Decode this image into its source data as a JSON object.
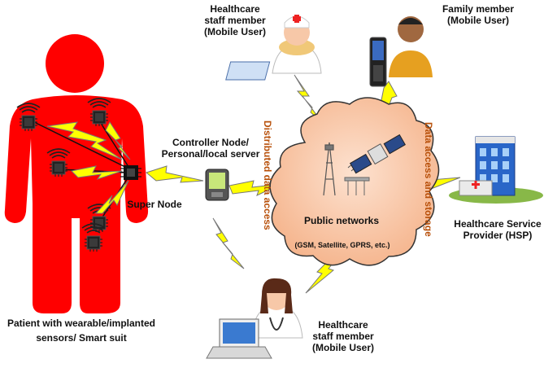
{
  "labels": {
    "healthcare_top_1": "Healthcare",
    "healthcare_top_2": "staff member",
    "healthcare_top_3": "(Mobile User)",
    "family_1": "Family member",
    "family_2": "(Mobile User)",
    "controller_1": "Controller Node/",
    "controller_2": "Personal/local server",
    "super_node": "Super Node",
    "distributed": "Distributed data access",
    "data_access": "Data access and storage",
    "public_networks": "Public networks",
    "networks_sub": "(GSM, Satellite, GPRS, etc.)",
    "hsp_1": "Healthcare Service",
    "hsp_2": "Provider (HSP)",
    "patient_1": "Patient with wearable/implanted",
    "patient_2": "sensors/ Smart suit",
    "healthcare_bottom_1": "Healthcare",
    "healthcare_bottom_2": "staff member",
    "healthcare_bottom_3": "(Mobile User)"
  },
  "colors": {
    "body_red": "#ff0000",
    "cloud_fill": "#f9c8a8",
    "cloud_stroke": "#333333",
    "bolt_fill": "#ffff00",
    "bolt_stroke": "#777777",
    "vertical_text": "#b8500a",
    "building_blue": "#2a66c8",
    "sensor_dark": "#222222"
  },
  "icons": {
    "patient": "human-silhouette-icon",
    "sensor": "chip-sensor-icon",
    "super_node": "super-node-chip-icon",
    "controller": "pda-device-icon",
    "nurse": "nurse-avatar-icon",
    "family": "family-member-avatar-icon",
    "phone": "mobile-phone-icon",
    "cloud": "cloud-icon",
    "satellite": "satellite-icon",
    "tower": "antenna-tower-icon",
    "hospital": "hospital-building-icon",
    "doctor": "doctor-avatar-icon",
    "laptop": "laptop-icon",
    "link": "lightning-bolt-icon"
  }
}
